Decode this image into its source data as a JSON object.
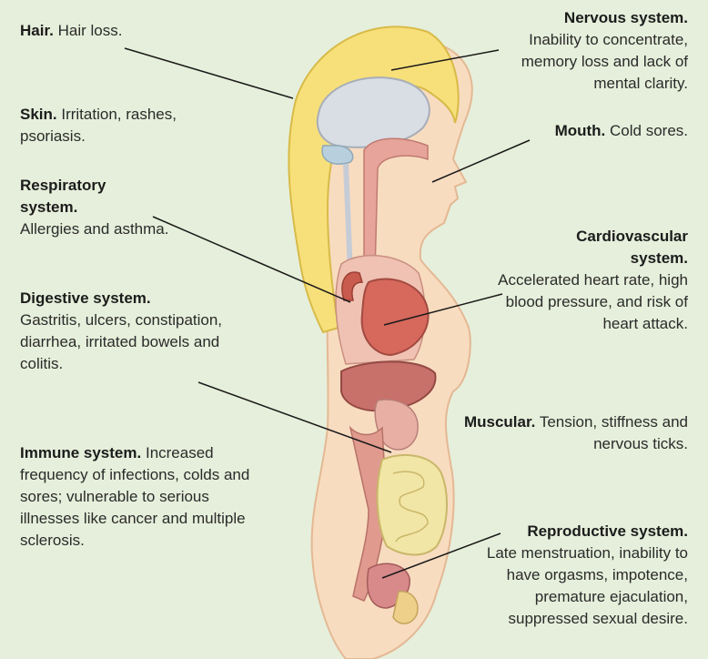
{
  "callouts": {
    "hair": {
      "title": "Hair.",
      "text": "Hair loss."
    },
    "skin": {
      "title": "Skin.",
      "text": "Irritation, rashes, psoriasis."
    },
    "respiratory": {
      "title": "Respiratory system.",
      "text": "Allergies and asthma."
    },
    "digestive": {
      "title": "Digestive system.",
      "text": "Gastritis, ulcers, constipation, diarrhea, irritated bowels and colitis."
    },
    "immune": {
      "title": "Immune system.",
      "text": "Increased frequency of infections, colds and sores; vulnerable to serious illnesses like cancer and multiple sclerosis."
    },
    "nervous": {
      "title": "Nervous system.",
      "text": "Inability to concentrate, memory loss and lack of mental clarity."
    },
    "mouth": {
      "title": "Mouth.",
      "text": "Cold sores."
    },
    "cardiovascular": {
      "title": "Cardiovascular system.",
      "text": "Accelerated heart rate, high blood pressure, and risk of heart attack."
    },
    "muscular": {
      "title": "Muscular.",
      "text": "Tension, stiffness and nervous ticks."
    },
    "reproductive": {
      "title": "Reproductive system.",
      "text": "Late menstruation, inability to have orgasms, impotence, premature ejaculation, suppressed sexual desire."
    }
  },
  "colors": {
    "background": "#e6efdb",
    "skin": "#f8dcc0",
    "hair": "#f7e07a",
    "brain": "#d9dde4",
    "heart": "#d6685c",
    "liver": "#c8706a",
    "intestine": "#f2e6a6",
    "line": "#1a1a1a"
  }
}
